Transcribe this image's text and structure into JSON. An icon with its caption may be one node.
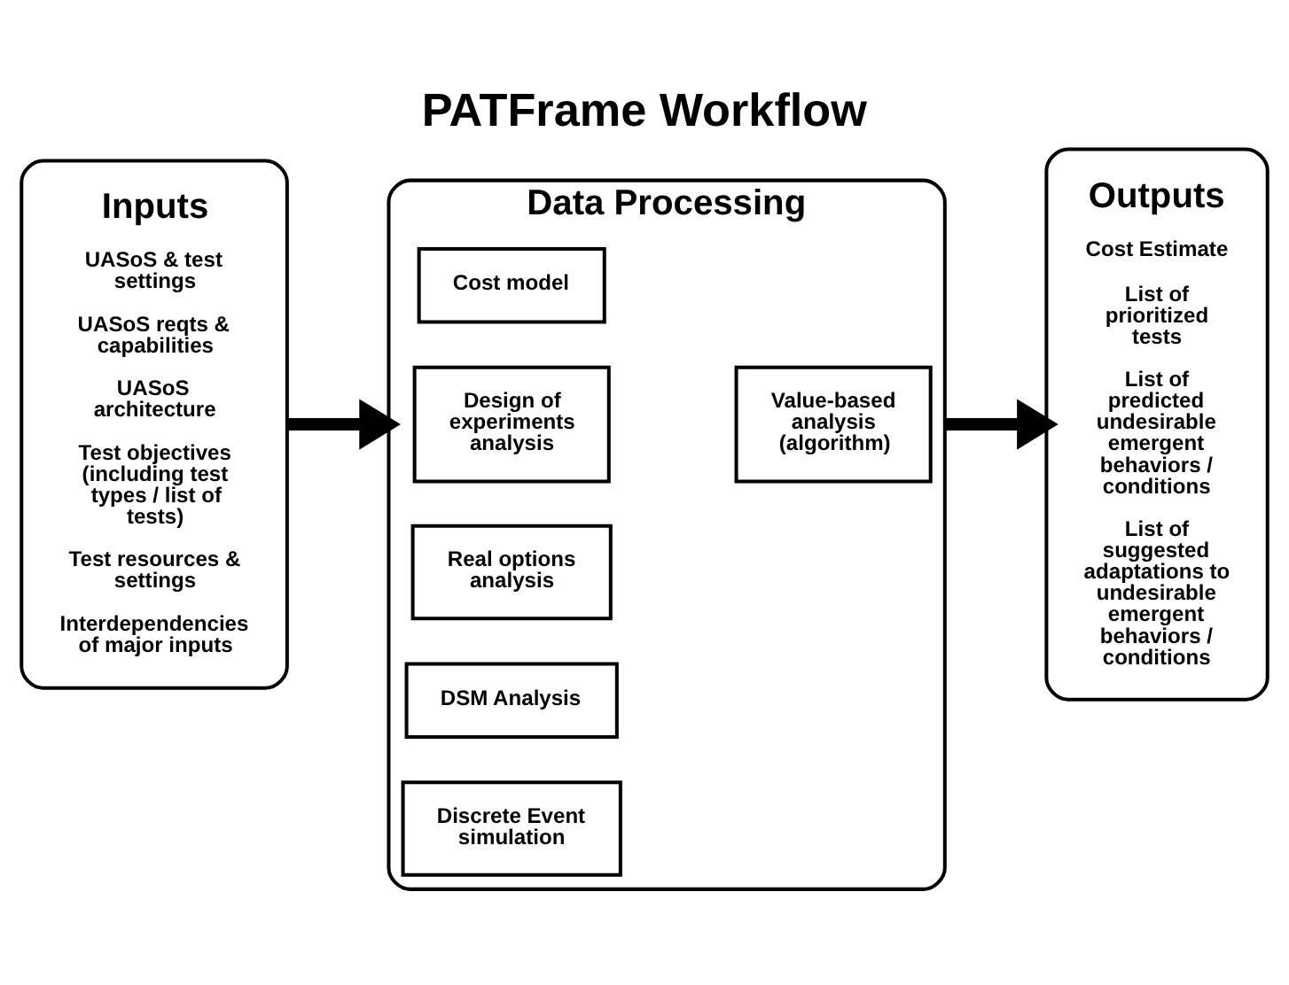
{
  "diagram": {
    "title": "PATFrame Workflow",
    "nodes": [
      {
        "text": [
          "Inputs",
          "UASoS & test settings",
          "UASoS reqts & capabilities",
          "UASoS architecture",
          "Test objectives (including test types / list of tests)",
          "Test resources & settings",
          "Interdependencies of major inputs"
        ]
      },
      {
        "text": [
          "Data Processing"
        ]
      },
      {
        "text": [
          "Cost model"
        ],
        "in": 1
      },
      {
        "text": [
          "Value-based analysis (algorithm)"
        ],
        "in": 1
      },
      {
        "text": [
          "Design of experiments analysis"
        ],
        "in": 1
      },
      {
        "text": [
          "Real options analysis"
        ],
        "in": 1
      },
      {
        "text": [
          "DSM Analysis"
        ],
        "in": 1
      },
      {
        "text": [
          "Discrete Event simulation"
        ],
        "in": 1
      },
      {
        "text": [
          "Outputs",
          "Cost Estimate",
          "List of prioritized tests",
          "List of predicted undesirable emergent behaviors / conditions",
          "List of suggested adaptations to undesirable emergent behaviors / conditions"
        ]
      }
    ],
    "edges": [
      {
        "from": 0,
        "to": 1,
        "arrow": "to"
      },
      {
        "from": 1,
        "to": 8,
        "arrow": "to"
      }
    ]
  }
}
